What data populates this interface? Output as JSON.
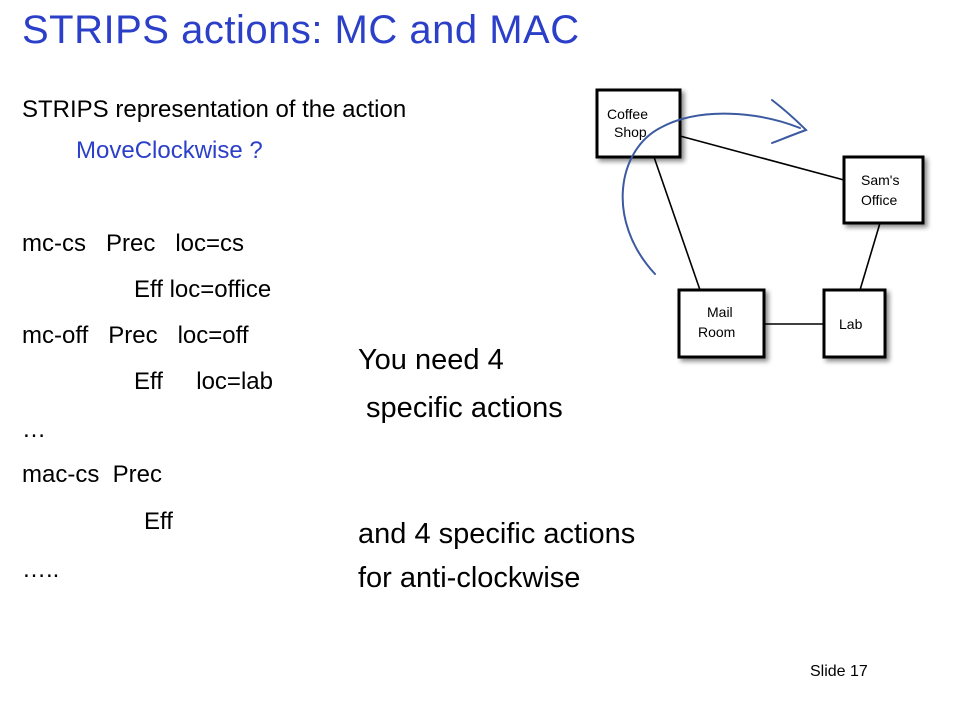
{
  "slide": {
    "title": "STRIPS actions: MC and MAC",
    "intro_line": "STRIPS representation of the action",
    "action_name": "MoveClockwise ?",
    "lines": [
      "mc-cs   Prec   loc=cs",
      "Eff loc=office",
      "mc-off   Prec   loc=off",
      "Eff     loc=lab",
      "…",
      "mac-cs  Prec",
      "Eff",
      "….."
    ],
    "note1_line1": "You need 4",
    "note1_line2": " specific actions",
    "note2_line1": "and 4 specific actions",
    "note2_line2": "for anti-clockwise",
    "slide_number": "Slide 17"
  },
  "diagram": {
    "nodes": [
      {
        "id": "coffee",
        "line1": "Coffee",
        "line2": "Shop"
      },
      {
        "id": "sams",
        "line1": "Sam's",
        "line2": "Office"
      },
      {
        "id": "lab",
        "line1": "Lab",
        "line2": ""
      },
      {
        "id": "mail",
        "line1": "Mail",
        "line2": "Room"
      }
    ],
    "arrow_color": "#3b5aa0"
  }
}
